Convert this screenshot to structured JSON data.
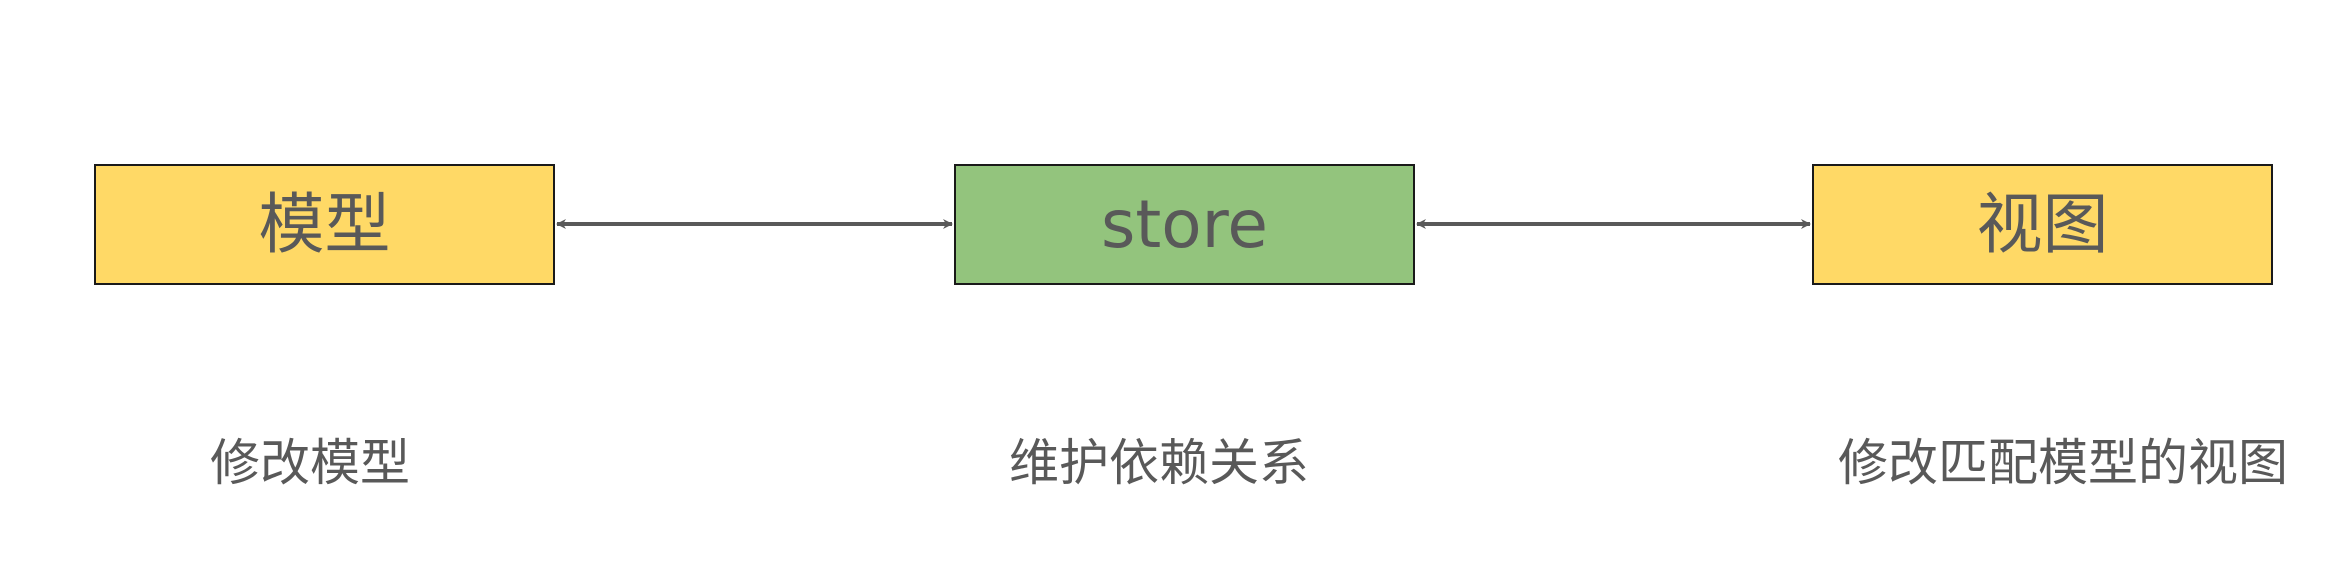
{
  "diagram": {
    "nodes": {
      "model": {
        "label": "模型",
        "color": "#ffd966"
      },
      "store": {
        "label": "store",
        "color": "#93c47d"
      },
      "view": {
        "label": "视图",
        "color": "#ffd966"
      }
    },
    "edges": [
      {
        "from": "model",
        "to": "store",
        "direction": "bidirectional"
      },
      {
        "from": "store",
        "to": "view",
        "direction": "bidirectional"
      }
    ],
    "captions": {
      "model": "修改模型",
      "store": "维护依赖关系",
      "view": "修改匹配模型的视图"
    },
    "colors": {
      "text": "#595959",
      "arrow": "#595959",
      "border": "#1a1a1a"
    }
  }
}
